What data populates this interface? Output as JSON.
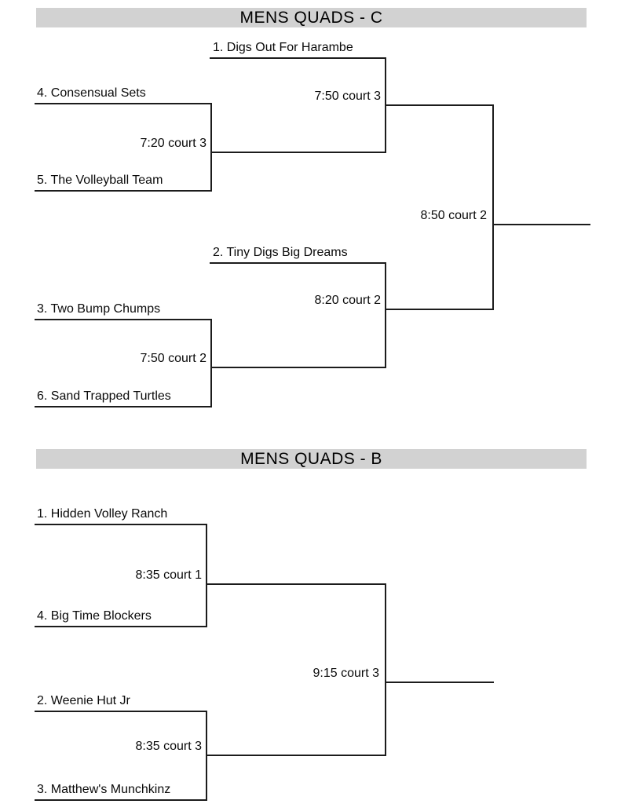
{
  "page": {
    "background": "#ffffff",
    "line_color": "#1c1c1c",
    "banner_color": "#d2d2d2",
    "text_color": "#0a0a0a"
  },
  "brackets": [
    {
      "title": "MENS QUADS - C",
      "teams": [
        "1. Digs Out For Harambe",
        "4. Consensual Sets",
        "5. The Volleyball Team",
        "2. Tiny Digs Big Dreams",
        "3. Two Bump Chumps",
        "6. Sand Trapped Turtles"
      ],
      "matches": [
        {
          "label": "7:20 court 3"
        },
        {
          "label": "7:50 court 3"
        },
        {
          "label": "7:50 court 2"
        },
        {
          "label": "8:20 court 2"
        },
        {
          "label": "8:50 court 2"
        }
      ]
    },
    {
      "title": "MENS QUADS - B",
      "teams": [
        "1. Hidden Volley Ranch",
        "4. Big Time Blockers",
        "2. Weenie Hut Jr",
        "3. Matthew's Munchkinz"
      ],
      "matches": [
        {
          "label": "8:35 court 1"
        },
        {
          "label": "8:35 court 3"
        },
        {
          "label": "9:15 court 3"
        }
      ]
    }
  ]
}
